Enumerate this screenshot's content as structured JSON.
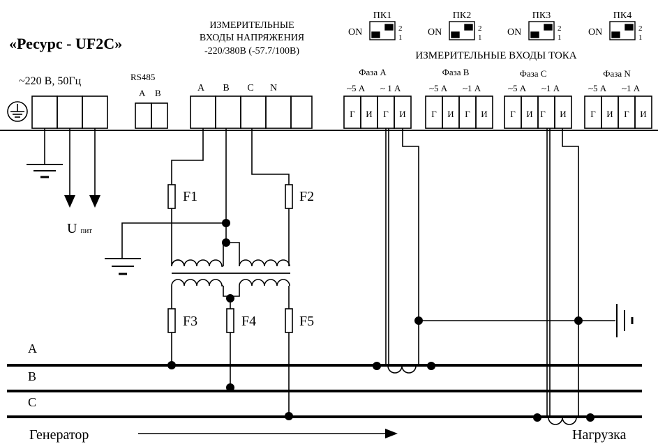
{
  "header": {
    "title": "«Ресурс - UF2C»",
    "voltage_inputs": {
      "line1": "ИЗМЕРИТЕЛЬНЫЕ",
      "line2": "ВХОДЫ НАПРЯЖЕНИЯ",
      "line3": "-220/380В (-57.7/100В)"
    },
    "current_inputs_title": "ИЗМЕРИТЕЛЬНЫЕ ВХОДЫ ТОКА"
  },
  "power": {
    "label": "~220 В, 50Гц",
    "supply_label": "U",
    "supply_sub": "пит"
  },
  "rs485": {
    "label": "RS485",
    "terminals": [
      "A",
      "B"
    ]
  },
  "voltage_terminals": [
    "A",
    "B",
    "C",
    "N"
  ],
  "switches": [
    {
      "name": "ПК1",
      "on": "ON",
      "pos2": "2",
      "pos1": "1"
    },
    {
      "name": "ПК2",
      "on": "ON",
      "pos2": "2",
      "pos1": "1"
    },
    {
      "name": "ПК3",
      "on": "ON",
      "pos2": "2",
      "pos1": "1"
    },
    {
      "name": "ПК4",
      "on": "ON",
      "pos2": "2",
      "pos1": "1"
    }
  ],
  "phases": [
    {
      "name": "Фаза А",
      "range5": "~5 А",
      "range1": "~ 1 А",
      "terminals": [
        "Г",
        "И",
        "Г",
        "И"
      ]
    },
    {
      "name": "Фаза В",
      "range5": "~5 А",
      "range1": "~1 А",
      "terminals": [
        "Г",
        "И",
        "Г",
        "И"
      ]
    },
    {
      "name": "Фаза С",
      "range5": "~5 А",
      "range1": "~1 А",
      "terminals": [
        "Г",
        "И",
        "Г",
        "И"
      ]
    },
    {
      "name": "Фаза N",
      "range5": "~5 А",
      "range1": "~1 А",
      "terminals": [
        "Г",
        "И",
        "Г",
        "И"
      ]
    }
  ],
  "fuses": [
    "F1",
    "F2",
    "F3",
    "F4",
    "F5"
  ],
  "bus": {
    "lines": [
      "A",
      "B",
      "C"
    ],
    "generator": "Генератор",
    "load": "Нагрузка"
  }
}
